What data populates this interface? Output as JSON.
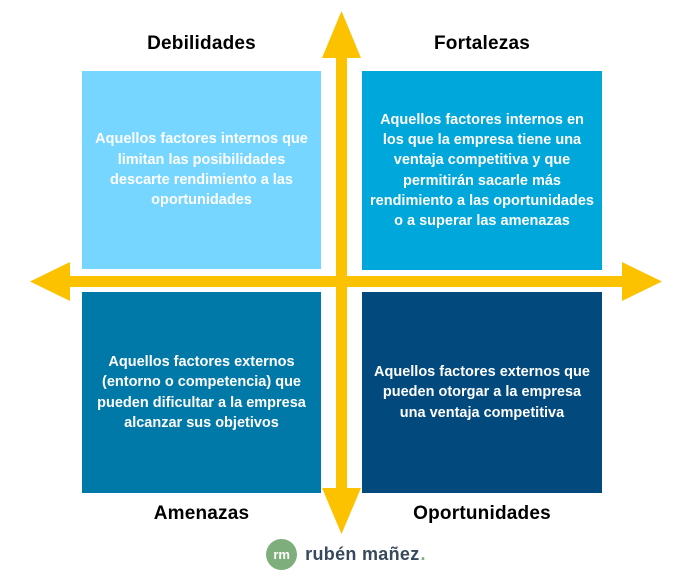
{
  "quadrants": {
    "debilidades": {
      "label": "Debilidades",
      "text": "Aquellos factores internos que limitan las posibilidades descarte rendimiento a las oportunidades",
      "color": "#76d6ff"
    },
    "fortalezas": {
      "label": "Fortalezas",
      "text": "Aquellos factores internos en los que la empresa tiene una ventaja competitiva y que permitirán sacarle más rendimiento a las oportunidades o a superar las amenazas",
      "color": "#00a7da"
    },
    "amenazas": {
      "label": "Amenazas",
      "text": "Aquellos factores externos (entorno o competencia) que pueden dificultar a la empresa alcanzar sus objetivos",
      "color": "#0079a8"
    },
    "oportunidades": {
      "label": "Oportunidades",
      "text": "Aquellos factores externos que pueden otorgar a la empresa una ventaja competitiva",
      "color": "#02497e"
    }
  },
  "colors": {
    "arrow": "#fcc200",
    "heading_text": "#000000",
    "quadrant_text": "#ffffff",
    "logo_green": "#7fae7d",
    "logo_text": "#37495e"
  },
  "footer": {
    "logo_initials": "rm",
    "logo_name": "rubén mañez",
    "logo_dot": "."
  }
}
